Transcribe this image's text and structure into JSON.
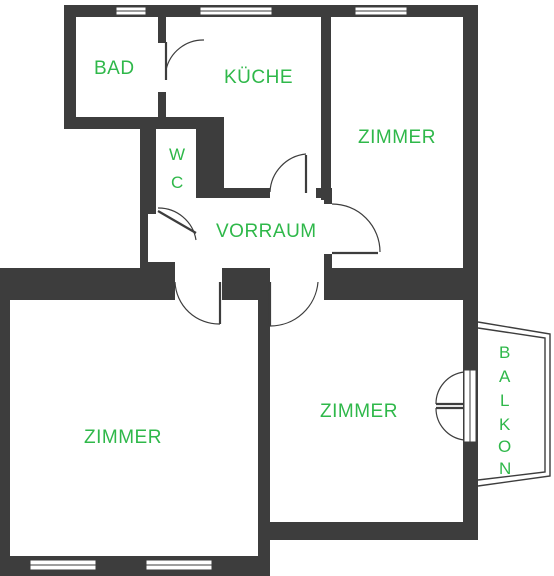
{
  "colors": {
    "wall": "#3d3d3d",
    "label": "#2fb84a",
    "background": "#ffffff"
  },
  "rooms": {
    "bad": "BAD",
    "kueche": "KÜCHE",
    "zimmer_top_right": "ZIMMER",
    "wc_w": "W",
    "wc_c": "C",
    "vorraum": "VORRAUM",
    "zimmer_left": "ZIMMER",
    "zimmer_right": "ZIMMER"
  },
  "balkon_letters": [
    "B",
    "A",
    "L",
    "K",
    "O",
    "N"
  ]
}
